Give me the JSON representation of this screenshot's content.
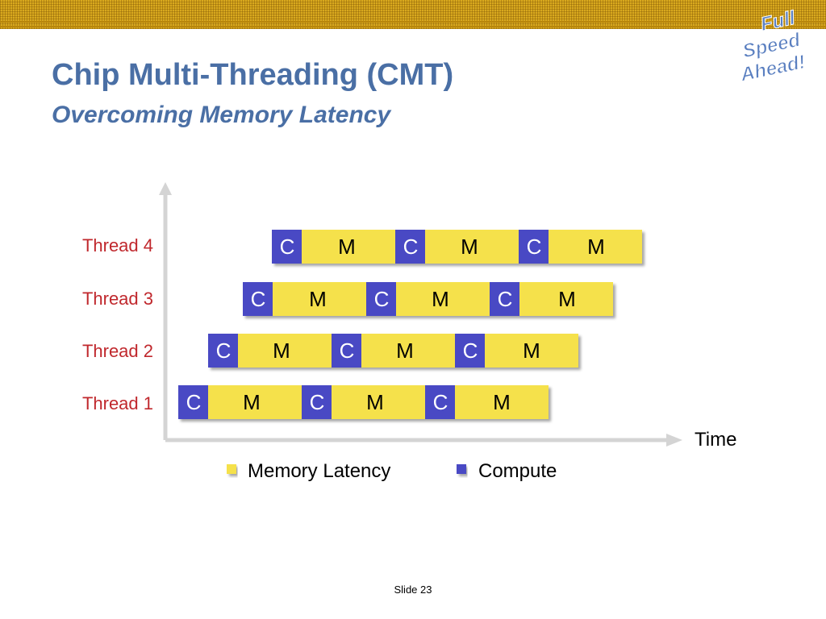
{
  "slide": {
    "title": "Chip Multi-Threading (CMT)",
    "subtitle": "Overcoming Memory Latency",
    "logo_lines": [
      "Full",
      "Speed",
      "Ahead!"
    ],
    "slide_number": "Slide 23"
  },
  "diagram": {
    "x_axis_label": "Time",
    "threads": [
      {
        "label": "Thread 4",
        "segments": [
          "C",
          "M",
          "C",
          "M",
          "C",
          "M"
        ]
      },
      {
        "label": "Thread 3",
        "segments": [
          "C",
          "M",
          "C",
          "M",
          "C",
          "M"
        ]
      },
      {
        "label": "Thread 2",
        "segments": [
          "C",
          "M",
          "C",
          "M",
          "C",
          "M"
        ]
      },
      {
        "label": "Thread 1",
        "segments": [
          "C",
          "M",
          "C",
          "M",
          "C",
          "M"
        ]
      }
    ],
    "legend": [
      {
        "key": "M",
        "label": "Memory Latency",
        "color": "#f5e14c"
      },
      {
        "key": "C",
        "label": "Compute",
        "color": "#4a4ac4"
      }
    ]
  },
  "colors": {
    "title": "#4a6fa5",
    "thread_label": "#c0282d",
    "compute": "#4a4ac4",
    "memory": "#f5e14c",
    "band": "#d9a91e",
    "logo": "#5a7fc0"
  }
}
